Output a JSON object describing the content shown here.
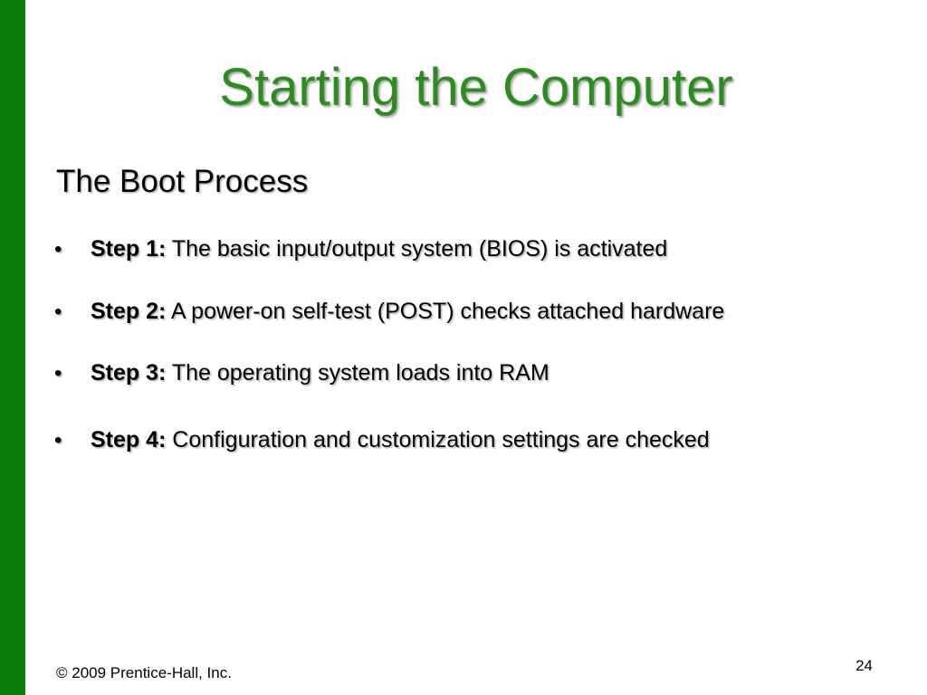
{
  "slide": {
    "title": "Starting the Computer",
    "subtitle": "The Boot Process",
    "bullet_glyph": "•",
    "steps": [
      {
        "label": "Step 1:",
        "text": " The basic input/output system (BIOS) is activated"
      },
      {
        "label": "Step 2:",
        "text": " A power-on self-test (POST) checks attached hardware"
      },
      {
        "label": "Step 3:",
        "text": " The operating system loads into RAM"
      },
      {
        "label": "Step 4:",
        "text": " Configuration and customization settings are checked"
      }
    ],
    "footer": "© 2009 Prentice-Hall, Inc.",
    "page_number": "24"
  },
  "colors": {
    "accent_bar": "#0a7d0a",
    "title": "#2e8b22",
    "background": "#ffffff",
    "text": "#000000"
  }
}
